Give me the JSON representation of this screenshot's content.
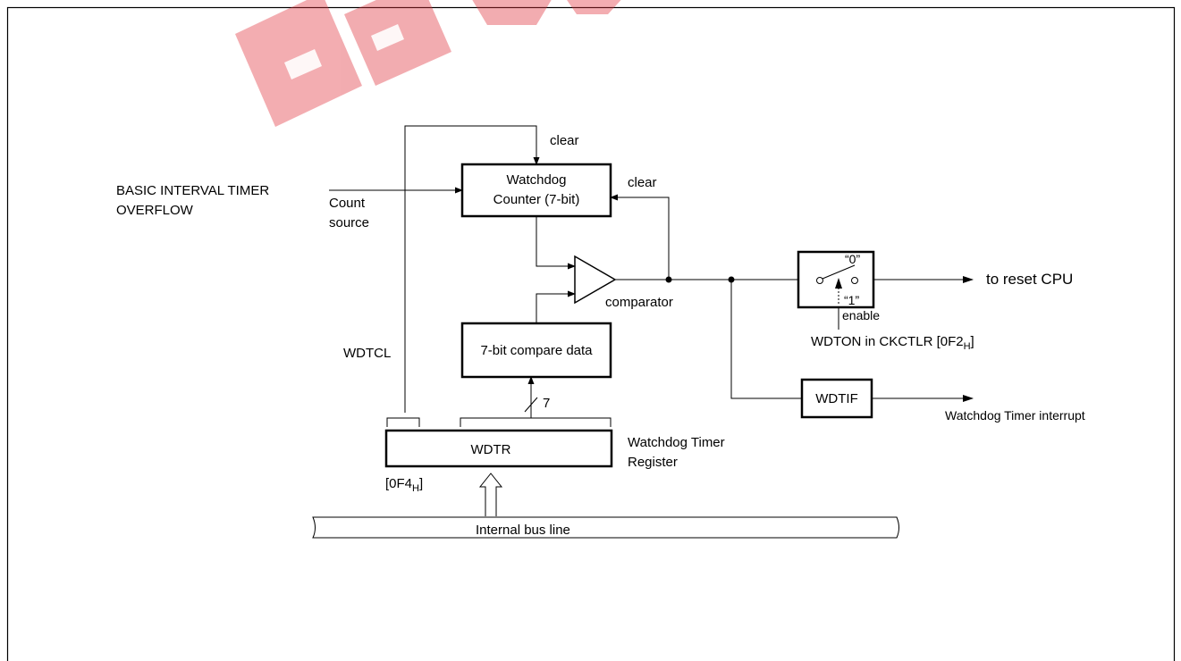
{
  "diagram": {
    "watermark_label": "GHT",
    "inputs": {
      "basic_interval_line1": "BASIC INTERVAL TIMER",
      "basic_interval_line2": "OVERFLOW",
      "count_line1": "Count",
      "count_line2": "source"
    },
    "counter": {
      "line1": "Watchdog",
      "line2": "Counter (7-bit)",
      "clear_top": "clear",
      "clear_right": "clear"
    },
    "comparator": {
      "label": "comparator"
    },
    "compare_data": {
      "label": "7-bit compare data",
      "bus_width": "7"
    },
    "wdtcl": {
      "label": "WDTCL"
    },
    "register": {
      "label": "WDTR",
      "desc_line1": "Watchdog Timer",
      "desc_line2": "Register",
      "addr_main": "[0F4",
      "addr_sub": "H",
      "addr_end": "]"
    },
    "bus": {
      "label": "Internal bus line"
    },
    "switch": {
      "pos0": "“0”",
      "pos1": "“1”",
      "enable": "enable",
      "wdton_main": "WDTON in CKCTLR [0F2",
      "wdton_sub": "H",
      "wdton_end": "]"
    },
    "reset_output": {
      "label": "to reset CPU"
    },
    "wdtif": {
      "label": "WDTIF",
      "interrupt_label": "Watchdog Timer interrupt"
    }
  }
}
